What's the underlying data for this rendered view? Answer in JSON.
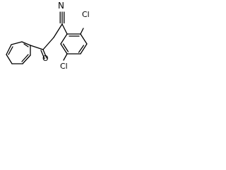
{
  "molecule": {
    "colors": {
      "bond": "#000000",
      "background": "#ffffff"
    },
    "labels": {
      "nitrile_n": "N",
      "cl_top": "Cl",
      "cl_bottom": "Cl",
      "carbonyl_o": "O"
    }
  }
}
